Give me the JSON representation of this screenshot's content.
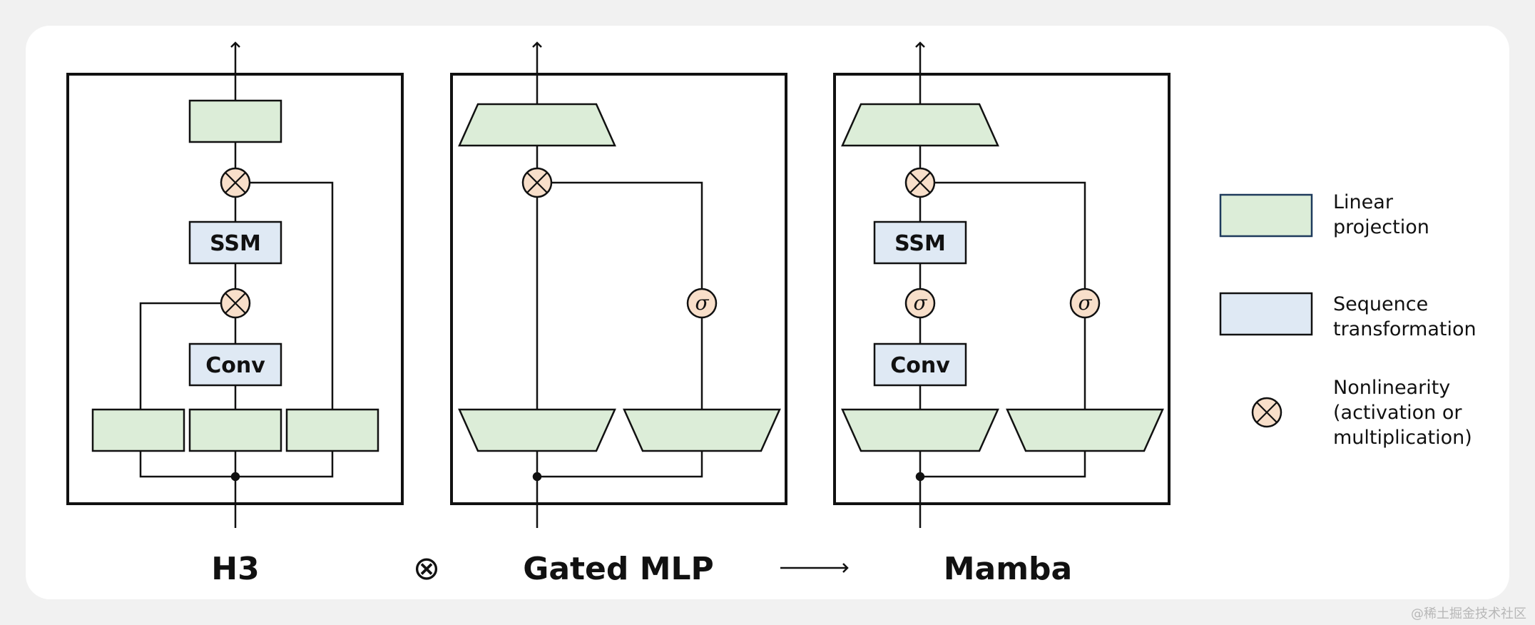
{
  "blocks": {
    "h3": {
      "title": "H3",
      "ssm_label": "SSM",
      "conv_label": "Conv"
    },
    "gated_mlp": {
      "title": "Gated MLP"
    },
    "mamba": {
      "title": "Mamba",
      "ssm_label": "SSM",
      "conv_label": "Conv"
    }
  },
  "operators": {
    "combine_symbol": "⊗"
  },
  "nonlinearity": {
    "multiply_symbol": "×",
    "activation_symbol": "σ"
  },
  "legend": {
    "linear": {
      "line1": "Linear",
      "line2": "projection"
    },
    "sequence": {
      "line1": "Sequence",
      "line2": "transformation"
    },
    "nonlinearity": {
      "line1": "Nonlinearity",
      "line2": "(activation or",
      "line3": "multiplication)"
    }
  },
  "colors": {
    "linear_fill": "#dcedd8",
    "sequence_fill": "#dfe9f4",
    "nonlinearity_fill": "#f8dfca",
    "stroke": "#111111",
    "legend_linear_border": "#1e3a5c"
  },
  "watermark": "@稀土掘金技术社区"
}
